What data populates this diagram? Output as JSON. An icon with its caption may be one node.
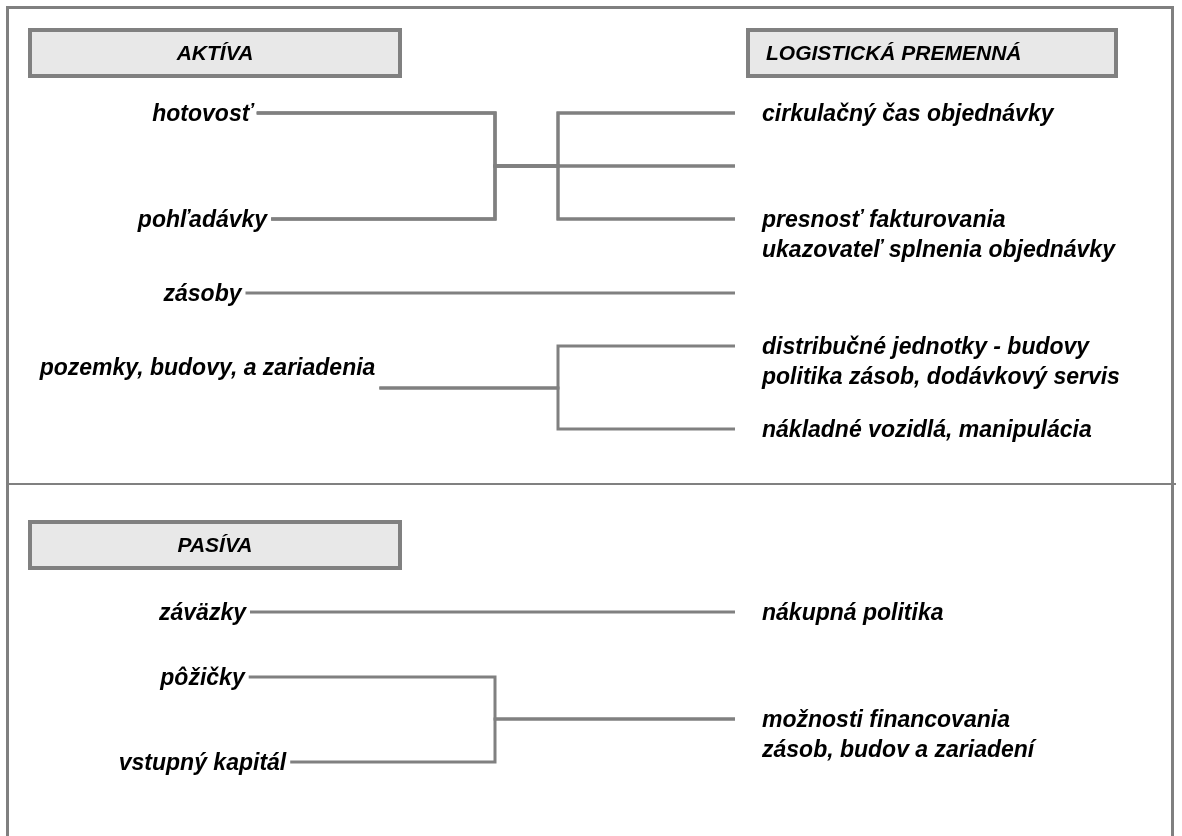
{
  "diagram": {
    "nodes": [
      {
        "text": [
          "AKTÍVA"
        ]
      },
      {
        "text": [
          "LOGISTICKÁ PREMENNÁ"
        ]
      },
      {
        "text": [
          "hotovosť"
        ]
      },
      {
        "text": [
          "pohľadávky"
        ]
      },
      {
        "text": [
          "cirkulačný čas objednávky"
        ]
      },
      {
        "text": [
          "presnosť fakturovania",
          "ukazovateľ splnenia objednávky"
        ]
      },
      {
        "text": [
          "zásoby"
        ]
      },
      {
        "text": [
          "pozemky, budovy, a zariadenia"
        ]
      },
      {
        "text": [
          "distribučné jednotky - budovy",
          "politika zásob, dodávkový servis"
        ]
      },
      {
        "text": [
          "nákladné vozidlá, manipulácia"
        ]
      },
      {
        "text": [
          "PASÍVA"
        ]
      },
      {
        "text": [
          "záväzky"
        ]
      },
      {
        "text": [
          "nákupná politika"
        ]
      },
      {
        "text": [
          "pôžičky"
        ]
      },
      {
        "text": [
          "vstupný kapitál"
        ]
      },
      {
        "text": [
          "možnosti financovania zásob, budov a zariadení"
        ]
      }
    ],
    "edges": [
      {
        "from": 2,
        "to": 4,
        "arrow": "none"
      },
      {
        "from": 2,
        "to": null,
        "arrow": "none"
      },
      {
        "from": 2,
        "to": 5,
        "arrow": "none"
      },
      {
        "from": 3,
        "to": 4,
        "arrow": "none"
      },
      {
        "from": 3,
        "to": null,
        "arrow": "none"
      },
      {
        "from": 3,
        "to": 5,
        "arrow": "none"
      },
      {
        "from": 6,
        "to": null,
        "arrow": "none"
      },
      {
        "from": 7,
        "to": 8,
        "arrow": "none"
      },
      {
        "from": 7,
        "to": 9,
        "arrow": "none"
      },
      {
        "from": 11,
        "to": 12,
        "arrow": "none"
      },
      {
        "from": 13,
        "to": 15,
        "arrow": "none"
      },
      {
        "from": 14,
        "to": 15,
        "arrow": "none"
      }
    ]
  }
}
